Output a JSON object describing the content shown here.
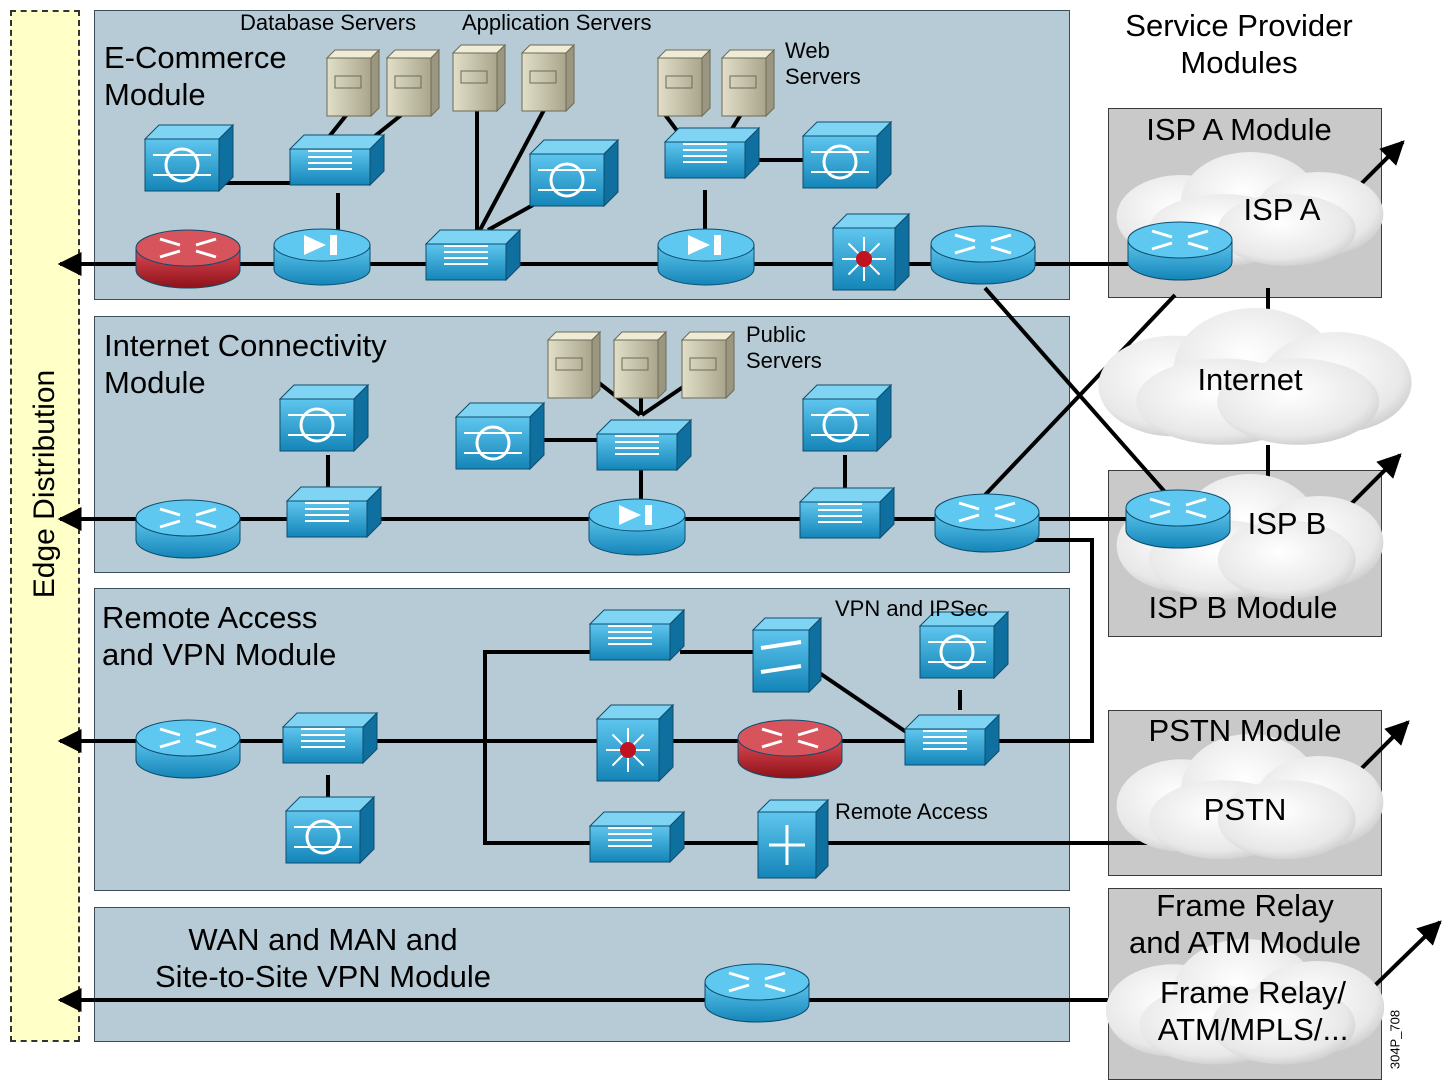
{
  "edge": {
    "label": "Edge Distribution"
  },
  "modules": {
    "ecommerce": {
      "title": "E-Commerce\nModule",
      "db_servers": "Database Servers",
      "app_servers": "Application Servers",
      "web_servers": "Web\nServers"
    },
    "internet": {
      "title": "Internet Connectivity\nModule",
      "public_servers": "Public\nServers"
    },
    "remote": {
      "title": "Remote Access\nand VPN Module",
      "vpn": "VPN and IPSec",
      "remote_access": "Remote Access"
    },
    "wan": {
      "title": "WAN and MAN and\nSite-to-Site VPN Module"
    }
  },
  "service_provider": {
    "title": "Service Provider\nModules",
    "isp_a_module": "ISP A Module",
    "isp_a": "ISP A",
    "internet": "Internet",
    "isp_b": "ISP B",
    "isp_b_module": "ISP B Module",
    "pstn_module": "PSTN Module",
    "pstn": "PSTN",
    "fr_module": "Frame Relay\nand ATM Module",
    "fr": "Frame Relay/\nATM/MPLS/..."
  },
  "figure_id": "304P_708",
  "icons": [
    "router-icon",
    "firewall-icon",
    "switch-icon",
    "server-icon",
    "content-engine-icon",
    "l3-switch-icon",
    "cloud-icon",
    "vpn-concentrator-icon",
    "access-server-icon"
  ],
  "colors": {
    "module_bg": "#b7cbd6",
    "sp_bg": "#c9c9c9",
    "device_blue": "#1f9fd6",
    "router_red": "#b81e28",
    "edge_bg": "#ffffc8",
    "server": "#cfcbb1"
  }
}
